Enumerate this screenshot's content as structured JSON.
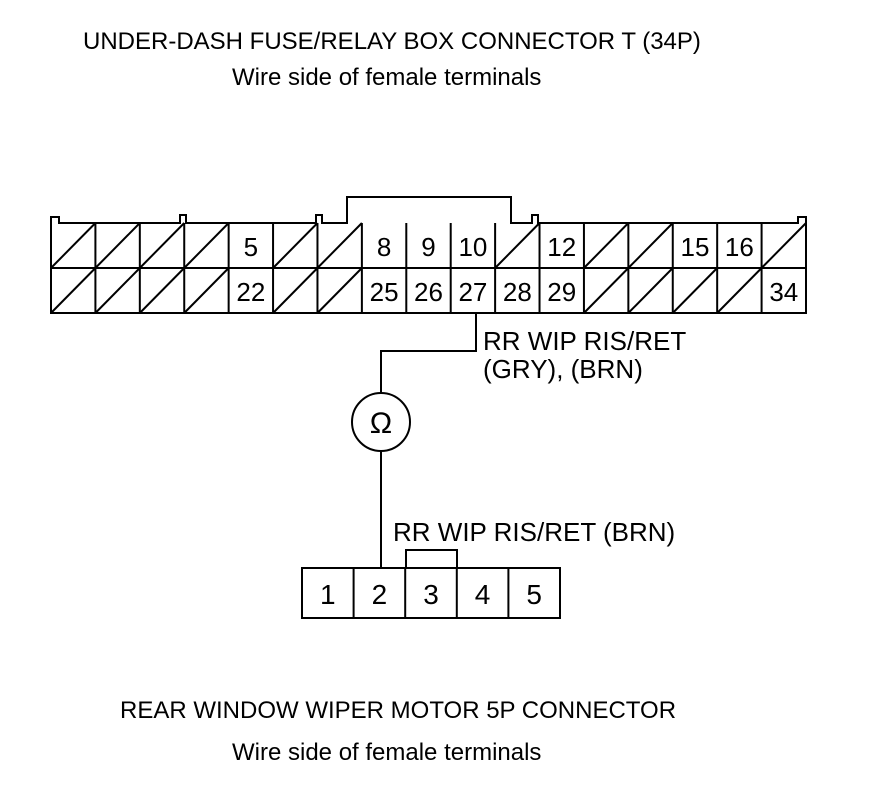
{
  "top_connector": {
    "title": "UNDER-DASH FUSE/RELAY BOX CONNECTOR T (34P)",
    "subtitle": "Wire side of female terminals",
    "row1": [
      "",
      "",
      "",
      "",
      "5",
      "",
      "",
      "8",
      "9",
      "10",
      "",
      "12",
      "",
      "",
      "15",
      "16",
      ""
    ],
    "row2": [
      "",
      "",
      "",
      "",
      "22",
      "",
      "",
      "25",
      "26",
      "27",
      "28",
      "29",
      "",
      "",
      "",
      "",
      "34"
    ],
    "wire_label_line1": "RR WIP RIS/RET",
    "wire_label_line2": "(GRY), (BRN)"
  },
  "meter": {
    "symbol": "Ω"
  },
  "bottom_connector": {
    "wire_label": "RR WIP RIS/RET (BRN)",
    "terminals": [
      "1",
      "2",
      "3",
      "4",
      "5"
    ],
    "title": "REAR WINDOW WIPER MOTOR 5P CONNECTOR",
    "subtitle": "Wire side of female terminals"
  }
}
